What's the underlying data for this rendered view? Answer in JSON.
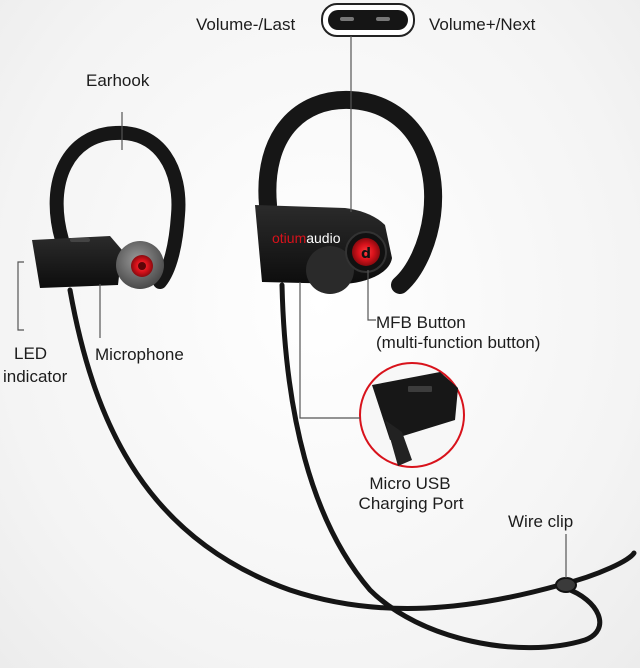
{
  "labels": {
    "volume_down": "Volume-/Last",
    "volume_up": "Volume+/Next",
    "earhook": "Earhook",
    "led_line1": "LED",
    "led_line2": "indicator",
    "microphone": "Microphone",
    "mfb_line1": "MFB Button",
    "mfb_line2": "(multi-function button)",
    "usb_line1": "Micro USB",
    "usb_line2": "Charging Port",
    "wire_clip": "Wire clip"
  },
  "brand": {
    "prefix": "otium",
    "suffix": "audio"
  },
  "colors": {
    "accent_red": "#d8121b",
    "body_black": "#161616",
    "leader_line": "#555555"
  }
}
